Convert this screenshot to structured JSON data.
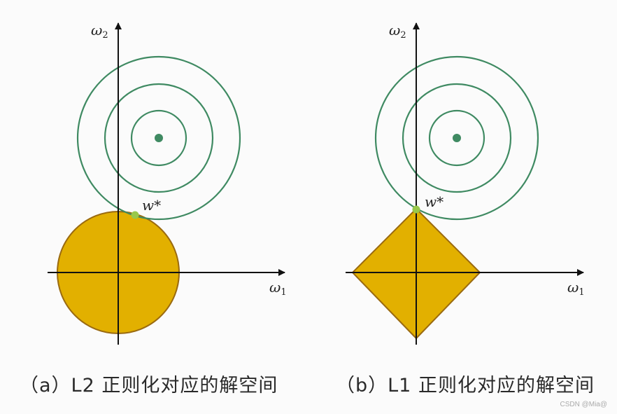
{
  "panels": [
    {
      "id": "a",
      "caption": "（a）L2 正则化对应的解空间",
      "constraint_shape": "circle",
      "x_axis_label": "ω",
      "x_axis_sub": "1",
      "y_axis_label": "ω",
      "y_axis_sub": "2",
      "point_label": "w*"
    },
    {
      "id": "b",
      "caption": "（b）L1 正则化对应的解空间",
      "constraint_shape": "diamond",
      "x_axis_label": "ω",
      "x_axis_sub": "1",
      "y_axis_label": "ω",
      "y_axis_sub": "2",
      "point_label": "w*"
    }
  ],
  "colors": {
    "contour": "#3f8a62",
    "region_fill": "#e2b000",
    "region_stroke": "#9a6a10",
    "solution_point": "#99c84a",
    "axis": "#111111"
  },
  "watermark": "CSDN @Mia@"
}
